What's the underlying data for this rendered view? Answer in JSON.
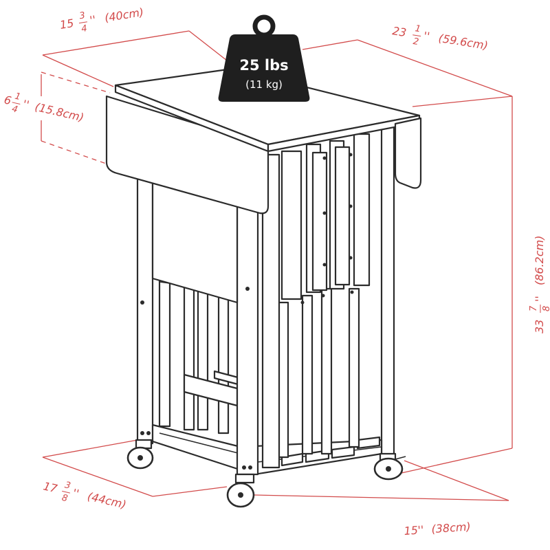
{
  "weight": {
    "lbs": "25 lbs",
    "kg": "(11 kg)",
    "icon": "weight-icon",
    "color": "#1f1f1f"
  },
  "dimensions": {
    "top_width": {
      "whole": "15",
      "num": "3",
      "den": "4",
      "unit": "''",
      "metric": "(40cm)"
    },
    "top_depth": {
      "whole": "23",
      "num": "1",
      "den": "2",
      "unit": "''",
      "metric": "(59.6cm)"
    },
    "leaf_drop": {
      "whole": "6",
      "num": "1",
      "den": "4",
      "unit": "''",
      "metric": "(15.8cm)"
    },
    "height": {
      "whole": "33",
      "num": "7",
      "den": "8",
      "unit": "''",
      "metric": "(86.2cm)"
    },
    "base_depth": {
      "whole": "17",
      "num": "3",
      "den": "8",
      "unit": "''",
      "metric": "(44cm)"
    },
    "base_width": {
      "whole": "15",
      "unit": "''",
      "metric": "(38cm)"
    }
  },
  "colors": {
    "dimension": "#d24a4a",
    "outline": "#2b2b2b"
  }
}
